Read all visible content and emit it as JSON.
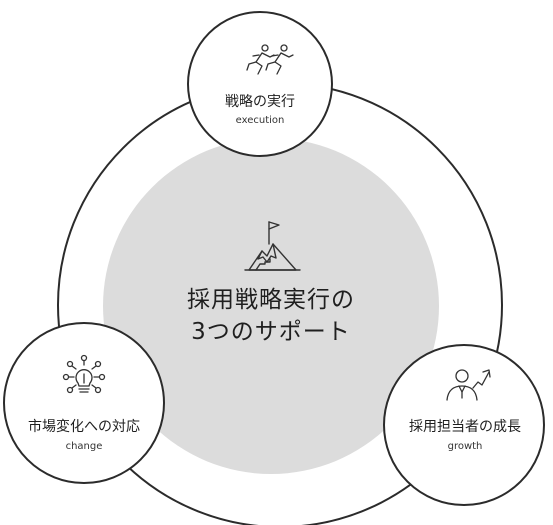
{
  "center": {
    "title_line1": "採用戦略実行の",
    "title_line2": "3つのサポート",
    "icon": "mountain-flag-icon"
  },
  "nodes": {
    "top": {
      "title": "戦略の実行",
      "subtitle": "execution",
      "icon": "running-people-icon"
    },
    "left": {
      "title": "市場変化への対応",
      "subtitle": "change",
      "icon": "lightbulb-network-icon"
    },
    "right": {
      "title": "採用担当者の成長",
      "subtitle": "growth",
      "icon": "person-growth-arrow-icon"
    }
  },
  "colors": {
    "outline": "#2b2b2b",
    "center_fill": "#dcdcdc",
    "background": "#ffffff"
  }
}
